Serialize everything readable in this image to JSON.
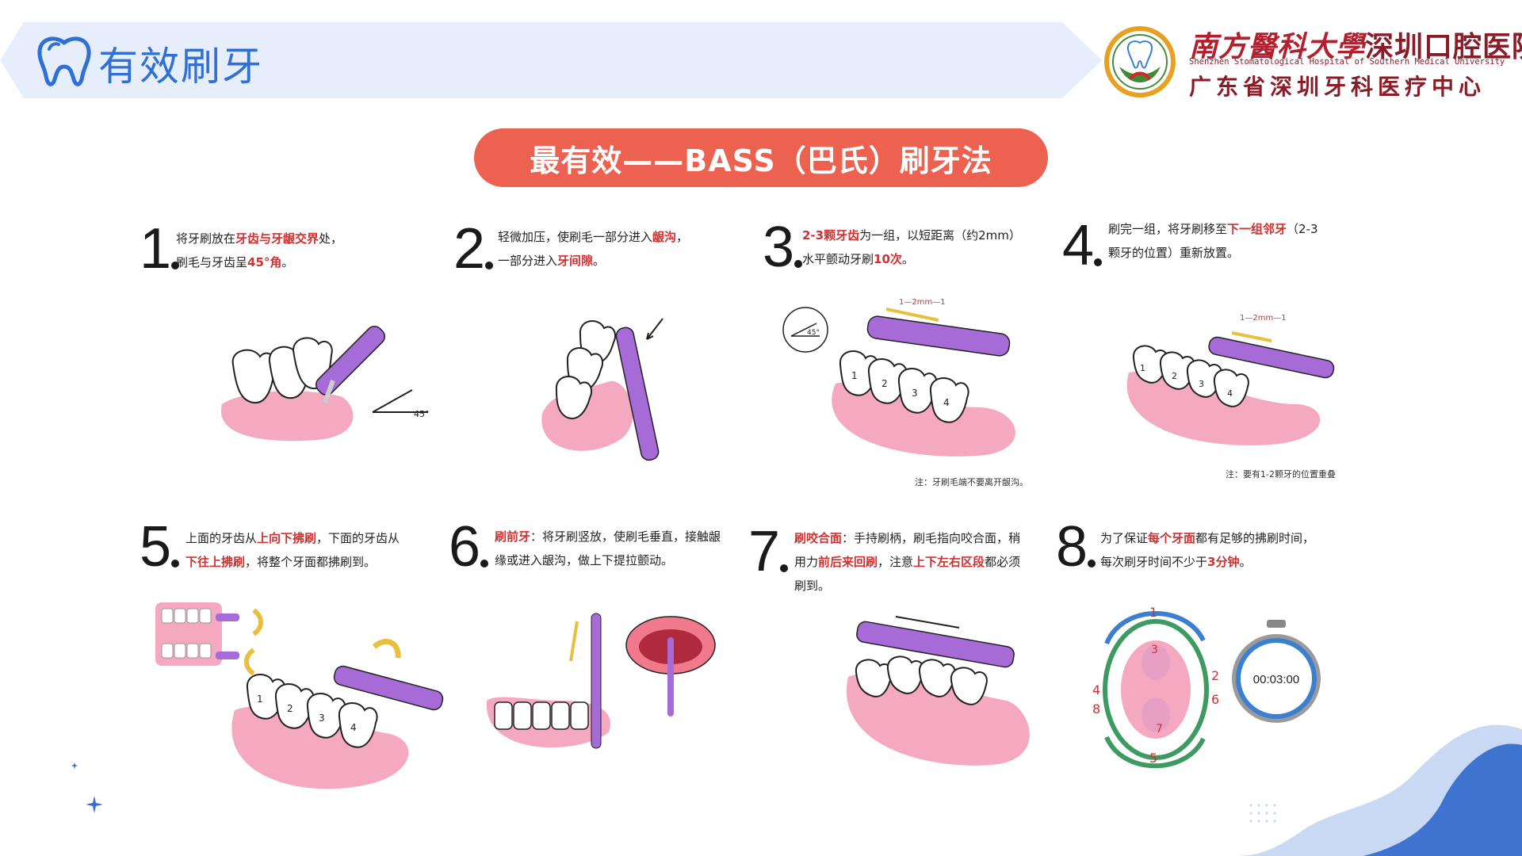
{
  "header": {
    "title": "有效刷牙"
  },
  "hospital": {
    "name_calligraphy": "南方醫科大學",
    "name_suffix": "深圳口腔医院",
    "english": "Shenzhen Stomatological Hospital of Southern Medical University",
    "line2": "广东省深圳牙科医疗中心"
  },
  "main_title": "最有效——BASS（巴氏）刷牙法",
  "steps": [
    {
      "num": "1",
      "segments": [
        {
          "t": "将牙刷放在"
        },
        {
          "t": "牙齿与牙龈交界",
          "hl": true
        },
        {
          "t": "处，"
        },
        {
          "br": true
        },
        {
          "t": "刷毛与牙齿呈"
        },
        {
          "t": "45°角",
          "hl": true
        },
        {
          "t": "。"
        }
      ]
    },
    {
      "num": "2",
      "segments": [
        {
          "t": "轻微加压，使刷毛一部分进入"
        },
        {
          "t": "龈沟",
          "hl": true
        },
        {
          "t": "，"
        },
        {
          "br": true
        },
        {
          "t": "一部分进入"
        },
        {
          "t": "牙间隙",
          "hl": true
        },
        {
          "t": "。"
        }
      ]
    },
    {
      "num": "3",
      "segments": [
        {
          "t": "2-3颗牙齿",
          "hl": true
        },
        {
          "t": "为一组，以短距离（约2mm）"
        },
        {
          "br": true
        },
        {
          "t": "水平颤动牙刷"
        },
        {
          "t": "10次",
          "hl": true
        },
        {
          "t": "。"
        }
      ]
    },
    {
      "num": "4",
      "segments": [
        {
          "t": "刷完一组，将牙刷移至"
        },
        {
          "t": "下一组邻牙",
          "hl": true
        },
        {
          "t": "（2-3"
        },
        {
          "br": true
        },
        {
          "t": "颗牙的位置）重新放置。"
        }
      ]
    },
    {
      "num": "5",
      "segments": [
        {
          "t": "上面的牙齿从"
        },
        {
          "t": "上向下拂刷",
          "hl": true
        },
        {
          "t": "，下面的牙齿从"
        },
        {
          "br": true
        },
        {
          "t": "下往上拂刷",
          "hl": true
        },
        {
          "t": "，将整个牙面都拂刷到。"
        }
      ]
    },
    {
      "num": "6",
      "segments": [
        {
          "t": "刷前牙",
          "hl": true
        },
        {
          "t": "：将牙刷竖放，使刷毛垂直，接触龈"
        },
        {
          "br": true
        },
        {
          "t": "缘或进入龈沟，做上下提拉颤动。"
        }
      ]
    },
    {
      "num": "7",
      "segments": [
        {
          "t": "刷咬合面",
          "hl": true
        },
        {
          "t": "：手持刷柄，刷毛指向咬合面，稍"
        },
        {
          "br": true
        },
        {
          "t": "用力"
        },
        {
          "t": "前后来回刷",
          "hl": true
        },
        {
          "t": "，注意"
        },
        {
          "t": "上下左右区段",
          "hl": true
        },
        {
          "t": "都必须"
        },
        {
          "br": true
        },
        {
          "t": "刷到。"
        }
      ]
    },
    {
      "num": "8",
      "segments": [
        {
          "t": "为了保证"
        },
        {
          "t": "每个牙面",
          "hl": true
        },
        {
          "t": "都有足够的拂刷时间，"
        },
        {
          "br": true
        },
        {
          "t": "每次刷牙时间不少于"
        },
        {
          "t": "3分钟",
          "hl": true
        },
        {
          "t": "。"
        }
      ]
    }
  ],
  "notes": {
    "step3": "注：牙刷毛端不要离开龈沟。",
    "step4": "注：要有1-2颗牙的位置重叠"
  },
  "illus_labels": {
    "angle": "45°",
    "distance": "1—2mm—1",
    "teeth_numbers": [
      "1",
      "2",
      "3",
      "4"
    ],
    "sequence": [
      "1",
      "2",
      "3",
      "4",
      "5",
      "6",
      "7",
      "8"
    ],
    "timer": "00:03:00"
  },
  "colors": {
    "accent": "#ed6150",
    "highlight": "#d33030",
    "brand_blue": "#2f6fd6",
    "gum": "#f4a9c0",
    "brush": "#a66bd6"
  }
}
